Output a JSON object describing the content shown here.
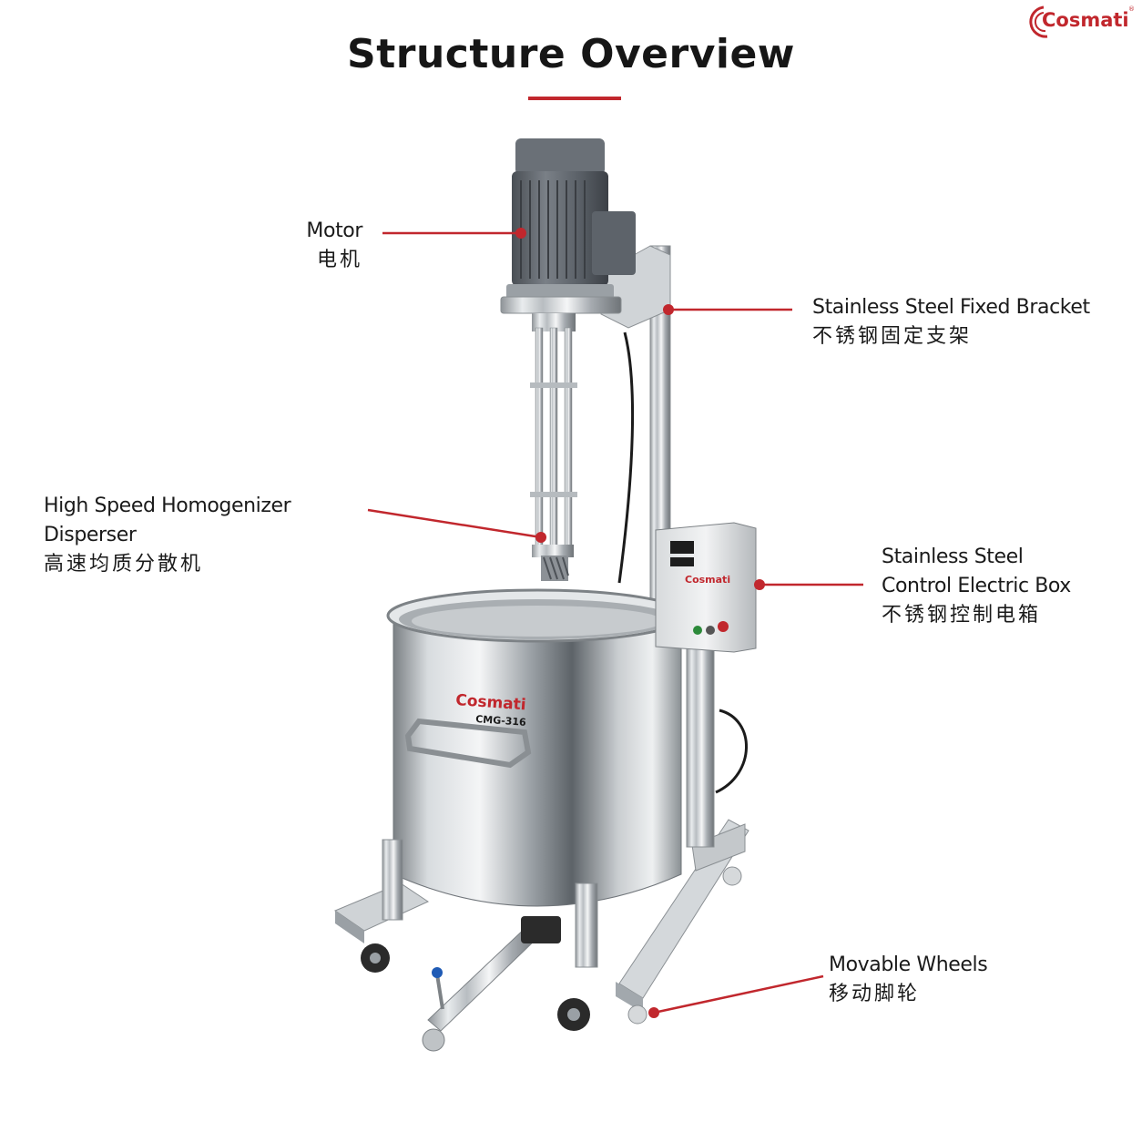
{
  "brand": {
    "logo_text": "Cosmati",
    "tm": "®",
    "accent": "#c1272d"
  },
  "title": "Structure Overview",
  "callouts": {
    "motor": {
      "en": "Motor",
      "cn": "电机"
    },
    "bracket": {
      "en": "Stainless Steel Fixed Bracket",
      "cn": "不锈钢固定支架"
    },
    "disperser": {
      "en": "High Speed Homogenizer Disperser",
      "cn": "高速均质分散机"
    },
    "control_box": {
      "en1": "Stainless Steel",
      "en2": "Control Electric Box",
      "cn": "不锈钢控制电箱"
    },
    "wheels": {
      "en": "Movable Wheels",
      "cn": "移动脚轮"
    }
  },
  "machine": {
    "tank_brand": "Cosmati",
    "tank_model": "CMG-316",
    "box_brand": "Cosmati"
  },
  "icons": [
    "logo-swirl-icon",
    "callout-dot-icon"
  ]
}
